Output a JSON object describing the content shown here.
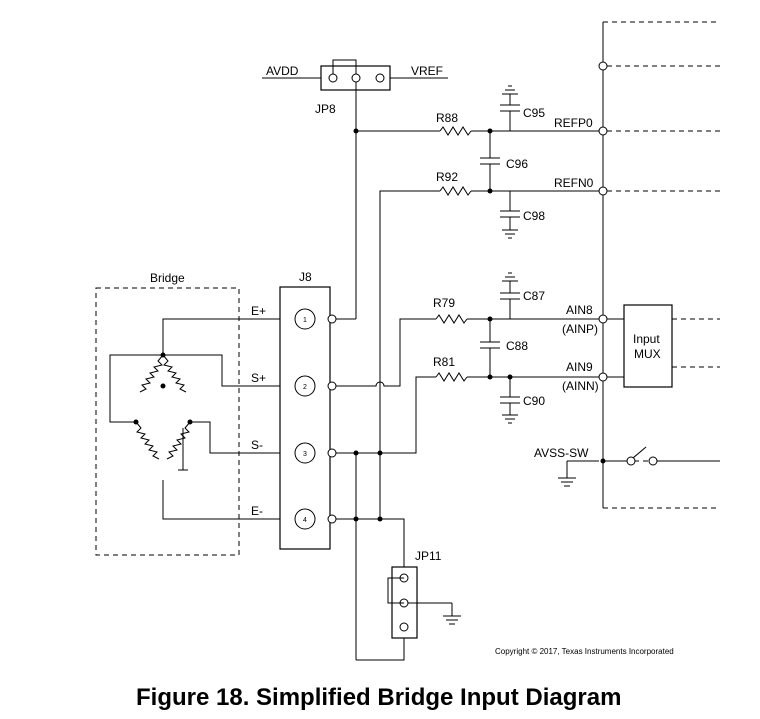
{
  "jumper_jp8": {
    "name": "JP8",
    "left_net": "AVDD",
    "right_net": "VREF"
  },
  "resistors": {
    "r88": "R88",
    "r92": "R92",
    "r79": "R79",
    "r81": "R81"
  },
  "capacitors": {
    "c95": "C95",
    "c96": "C96",
    "c98": "C98",
    "c87": "C87",
    "c88": "C88",
    "c90": "C90"
  },
  "nets": {
    "refp0": "REFP0",
    "refn0": "REFN0",
    "ain8": "AIN8",
    "ainp": "(AINP)",
    "ain9": "AIN9",
    "ainn": "(AINN)",
    "avss_sw": "AVSS-SW"
  },
  "bridge": {
    "label": "Bridge",
    "e_plus": "E+",
    "s_plus": "S+",
    "s_minus": "S-",
    "e_minus": "E-"
  },
  "connector_j8": {
    "name": "J8",
    "pins": [
      "1",
      "2",
      "3",
      "4"
    ]
  },
  "mux": {
    "line1": "Input",
    "line2": "MUX"
  },
  "jumper_jp11": {
    "name": "JP11"
  },
  "copyright": "Copyright © 2017, Texas Instruments Incorporated",
  "caption": "Figure 18. Simplified Bridge Input Diagram"
}
